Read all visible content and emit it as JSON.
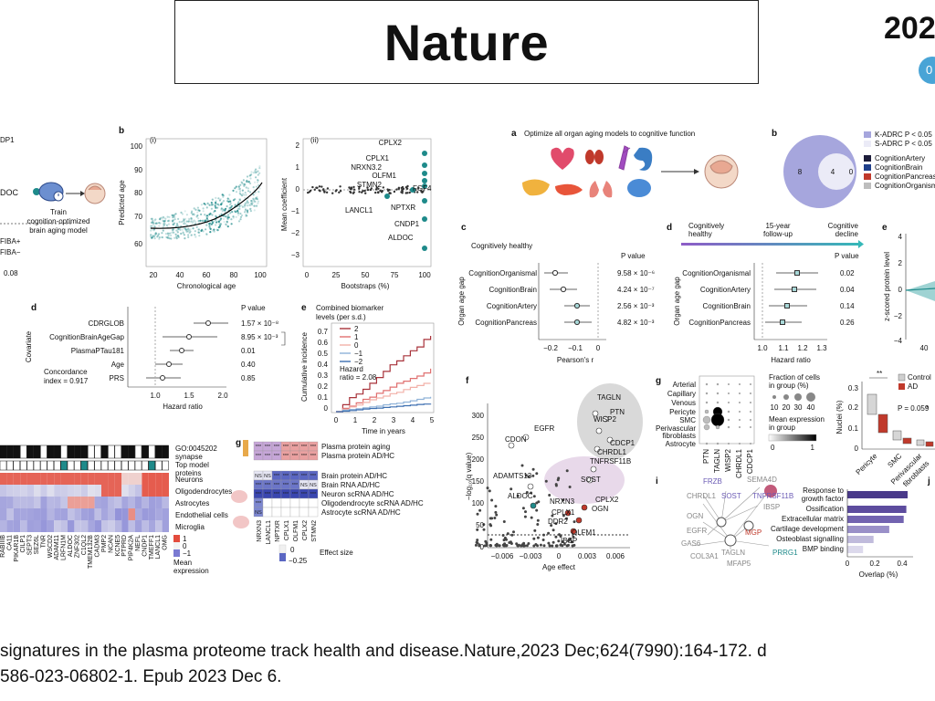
{
  "slide": {
    "title": "Nature",
    "year_fragment": "202",
    "badge_fragment": "0",
    "citation_line1": "signatures in the plasma proteome track health and disease.Nature,2023 Dec;624(7990):164-172. d",
    "citation_line2": "586-023-06802-1. Epub 2023 Dec 6."
  },
  "colors": {
    "teal": "#1e8a8a",
    "purple": "#6b5bb5",
    "red": "#c0392b",
    "grey_blob": "#d9d9d9"
  },
  "left_fig": {
    "a": {
      "frag_cndp1": "DP1",
      "frag_adoc": "DOC",
      "model_label_1": "Train",
      "model_label_2": "cognition-optimized",
      "model_label_3": "brain aging model",
      "frag_fiba_plus": "FIBA+",
      "frag_fiba_minus": "FIBA−",
      "frag_tick": "0.08"
    },
    "b": {
      "panel": "b",
      "sub_i": "(i)",
      "sub_ii": "(ii)",
      "i_xlabel": "Chronological age",
      "i_ylabel": "Predicted age",
      "i_xticks": [
        "20",
        "40",
        "60",
        "80",
        "100"
      ],
      "i_yticks": [
        "100",
        "90",
        "80",
        "70",
        "60"
      ],
      "ii_xlabel": "Bootstraps (%)",
      "ii_ylabel": "Mean coefficient",
      "ii_xticks": [
        "0",
        "25",
        "50",
        "75",
        "100"
      ],
      "ii_yticks": [
        "2",
        "1",
        "0",
        "−1",
        "−2",
        "−3"
      ],
      "genes": [
        "CPLX2",
        "CPLX1",
        "NRXN3.2",
        "OLFM1",
        "STMN2",
        "FGF4",
        "LANCL1",
        "NPTXR",
        "CNDP1",
        "ALDOC"
      ]
    },
    "d": {
      "panel": "d",
      "pvalue_head": "P value",
      "covariate_label": "Covariate",
      "rows": [
        {
          "name": "CDRGLOB",
          "p": "1.57 × 10⁻⁸"
        },
        {
          "name": "CognitionBrainAgeGap",
          "p": "8.95 × 10⁻³"
        },
        {
          "name": "PlasmaPTau181",
          "p": "0.01"
        },
        {
          "name": "Age",
          "p": "0.40"
        },
        {
          "name": "PRS",
          "p": "0.85"
        }
      ],
      "concordance_1": "Concordance",
      "concordance_2": "index = 0.917",
      "xlabel": "Hazard ratio",
      "xticks": [
        "1.0",
        "1.5",
        "2.0"
      ]
    },
    "e": {
      "panel": "e",
      "legend_title_1": "Combined biomarker",
      "legend_title_2": "levels (per s.d.)",
      "levels": [
        "2",
        "1",
        "0",
        "−1",
        "−2"
      ],
      "hazard_1": "Hazard",
      "hazard_2": "ratio = 2.08",
      "xlabel": "Time in years",
      "ylabel": "Cumulative incidence",
      "xticks": [
        "0",
        "1",
        "2",
        "3",
        "4",
        "5"
      ],
      "yticks": [
        "0.7",
        "0.6",
        "0.5",
        "0.4",
        "0.3",
        "0.2",
        "0.1",
        "0"
      ]
    },
    "heatmap": {
      "go_label": "GO:0045202",
      "go_label_2": "synapse",
      "top_label_1": "Top model",
      "top_label_2": "proteins",
      "rows": [
        "Neurons",
        "Oligodendrocytes",
        "Astrocytes",
        "Endothelial cells",
        "Microglia"
      ],
      "cols": [
        "RABIIIB",
        "CA11",
        "PIKAR1B",
        "CILP1",
        "SEPT3",
        "SEZ6L",
        "TNR",
        "WSCD2",
        "ADAM11",
        "LRFN1M",
        "ALDOC",
        "ZNF302",
        "C1QL2",
        "TMEM132B",
        "CADM3",
        "PMP2",
        "NCAN",
        "KCNE5",
        "PTPRD",
        "PIP4K2A",
        "NEFL",
        "CNDP1",
        "TMEFF1",
        "LANCL1",
        "OMG"
      ],
      "mean_expr_1": "Mean",
      "mean_expr_2": "expression",
      "legend_ticks": [
        "1",
        "0",
        "−1"
      ]
    },
    "g": {
      "panel": "g",
      "rows": [
        "Plasma protein aging",
        "Plasma protein AD/HC",
        "Brain protein AD/HC",
        "Brain RNA AD/HC",
        "Neuron scRNA AD/HC",
        "Oligodendrocyte scRNA AD/HC",
        "Astrocyte scRNA AD/HC"
      ],
      "cols": [
        "NRXN3",
        "LANCL1",
        "NPTXR",
        "CPLX1",
        "OLFM1",
        "CPLX2",
        "STMN2"
      ],
      "effect_label": "Effect size",
      "effect_ticks": [
        "0",
        "−0.25"
      ],
      "ns": "NS",
      "stars": "***"
    }
  },
  "right_fig": {
    "a": {
      "panel": "a",
      "title": "Optimize all organ aging models to cognitive function"
    },
    "b": {
      "panel": "b",
      "venn_left": "8",
      "venn_mid": "4",
      "venn_right": "0",
      "legend": [
        "K-ADRC P < 0.05",
        "S-ADRC P < 0.05",
        "CognitionArtery",
        "CognitionBrain",
        "CognitionPancreas",
        "CognitionOrganismal"
      ]
    },
    "c": {
      "panel": "c",
      "heading": "Cognitively healthy",
      "pvalue_head": "P value",
      "ylabel": "Organ age gap",
      "xlabel": "Pearson's r",
      "xticks": [
        "−0.2",
        "−0.1",
        "0"
      ],
      "rows": [
        {
          "name": "CognitionOrganismal",
          "p": "9.58 × 10⁻⁶"
        },
        {
          "name": "CognitionBrain",
          "p": "4.24 × 10⁻⁷"
        },
        {
          "name": "CognitionArtery",
          "p": "2.56 × 10⁻³"
        },
        {
          "name": "CognitionPancreas",
          "p": "4.82 × 10⁻³"
        }
      ]
    },
    "d": {
      "panel": "d",
      "timeline_1a": "Cognitively",
      "timeline_1b": "healthy",
      "timeline_2a": "15-year",
      "timeline_2b": "follow-up",
      "timeline_3a": "Cognitive",
      "timeline_3b": "decline",
      "pvalue_head": "P value",
      "ylabel": "Organ age gap",
      "xlabel": "Hazard ratio",
      "xticks": [
        "1.0",
        "1.1",
        "1.2",
        "1.3"
      ],
      "rows": [
        {
          "name": "CognitionOrganismal",
          "p": "0.02"
        },
        {
          "name": "CognitionArtery",
          "p": "0.04"
        },
        {
          "name": "CognitionBrain",
          "p": "0.14"
        },
        {
          "name": "CognitionPancreas",
          "p": "0.26"
        }
      ]
    },
    "e": {
      "panel": "e",
      "ylabel": "z-scored protein level",
      "yticks": [
        "4",
        "2",
        "0",
        "−2",
        "−4"
      ],
      "xtick": "40"
    },
    "f": {
      "panel": "f",
      "xlabel": "Age effect",
      "ylabel": "−log₁₀(q value)",
      "xticks": [
        "−0.006",
        "−0.003",
        "0",
        "0.003",
        "0.006"
      ],
      "yticks": [
        "300",
        "250",
        "200",
        "150",
        "100",
        "50",
        "0"
      ],
      "labels": [
        "TAGLN",
        "PTN",
        "WISP2",
        "CDCP1",
        "CHRDL1",
        "EGFR",
        "CDON",
        "TNFRSF11B",
        "ADAMTS13",
        "SOST",
        "ALDOC",
        "NRXN3",
        "CPLX1",
        "CPLX2",
        "OGN",
        "DDR2",
        "OLFM1",
        "IBSP"
      ]
    },
    "g": {
      "panel": "g",
      "rows": [
        "Arterial",
        "Capillary",
        "Venous",
        "Pericyte",
        "SMC",
        "Perivascular",
        "fibroblasts",
        "Astrocyte"
      ],
      "cols": [
        "PTN",
        "TAGLN",
        "WISP2",
        "CHRDL1",
        "CDCP1"
      ],
      "frac_title_1": "Fraction of cells",
      "frac_title_2": "in group (%)",
      "frac_ticks": [
        "10",
        "20",
        "30",
        "40"
      ],
      "mean_title_1": "Mean expression",
      "mean_title_2": "in group",
      "mean_ticks": [
        "0",
        "1"
      ]
    },
    "h": {
      "ylabel": "Nuclei (%)",
      "yticks": [
        "0.3",
        "0.2",
        "0.1",
        "0"
      ],
      "legend_control": "Control",
      "legend_ad": "AD",
      "stars_pericyte": "**",
      "p_smc": "P = 0.059",
      "star_fib": "*",
      "xcats": [
        "Pericyte",
        "SMC",
        "Perivascular",
        "fibroblasts"
      ]
    },
    "i": {
      "panel": "i",
      "nodes": [
        "FRZB",
        "SEMA4D",
        "CHRDL1",
        "SOST",
        "TNFRSF11B",
        "IBSP",
        "OGN",
        "EGFR",
        "MGP",
        "GAS6",
        "TAGLN",
        "COL3A1",
        "MFAP5",
        "PRRG1"
      ]
    },
    "go": {
      "terms": [
        "Response to",
        "growth factor",
        "Ossification",
        "Extracellular matrix",
        "Cartilage development",
        "Osteoblast signalling",
        "BMP binding"
      ],
      "values": [
        0.46,
        0.45,
        0.43,
        0.32,
        0.2,
        0.12
      ],
      "xlabel": "Overlap (%)",
      "xticks": [
        "0",
        "0.2",
        "0.4"
      ],
      "j_fragment": "j"
    }
  }
}
